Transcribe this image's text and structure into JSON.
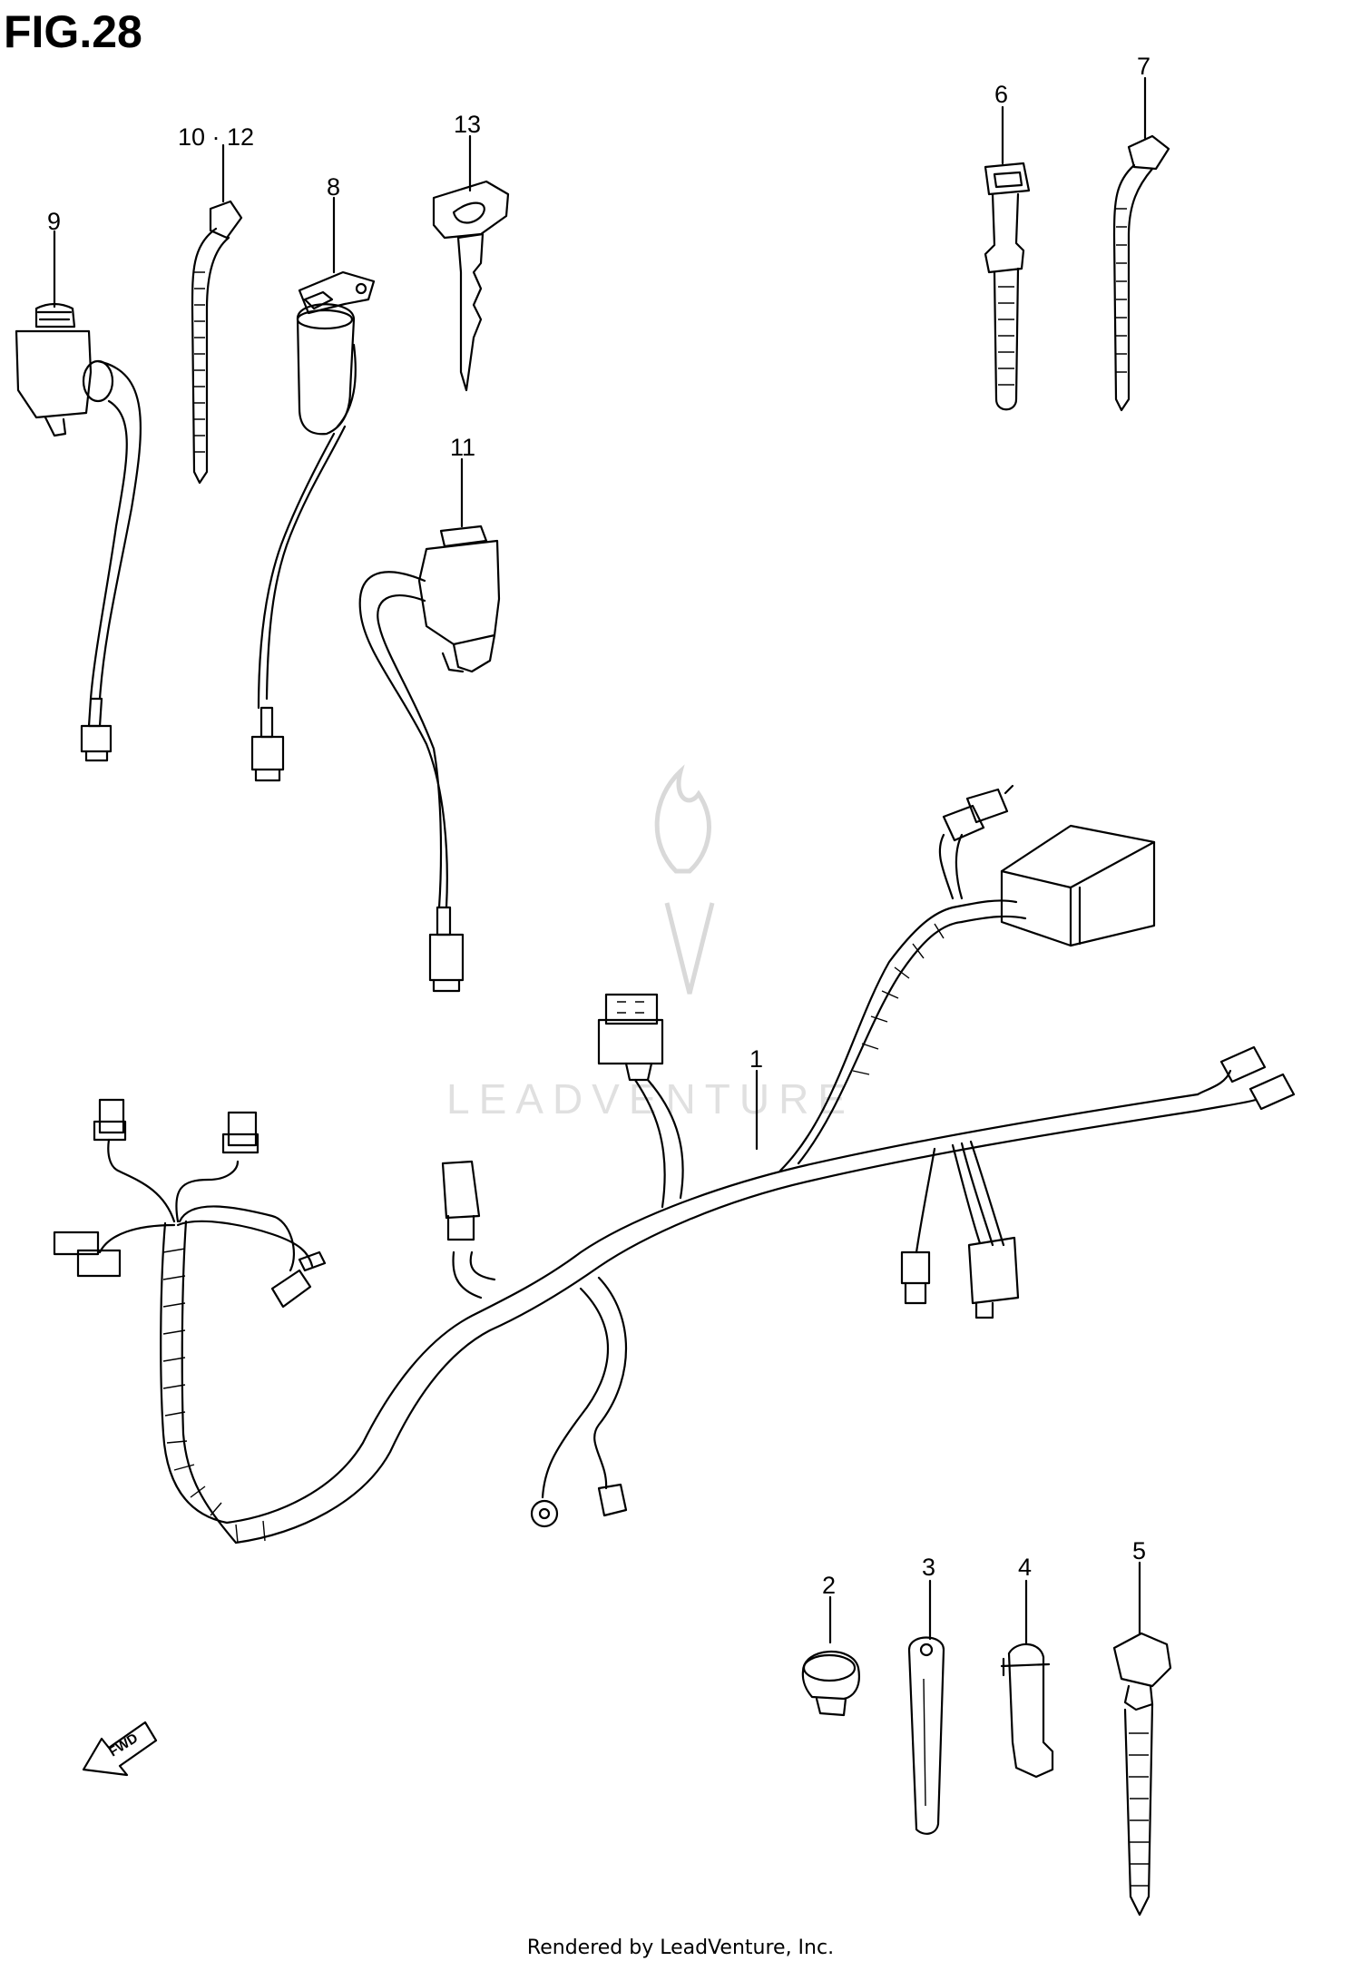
{
  "figure": {
    "title": "FIG.28"
  },
  "callouts": {
    "c1": "1",
    "c2": "2",
    "c3": "3",
    "c4": "4",
    "c5": "5",
    "c6": "6",
    "c7": "7",
    "c8": "8",
    "c9": "9",
    "c10_12": "10 · 12",
    "c11": "11",
    "c13": "13"
  },
  "direction_marker": {
    "text": "FWD"
  },
  "watermark": {
    "text": "LEADVENTURE"
  },
  "footer": {
    "credit": "Rendered by LeadVenture, Inc."
  }
}
